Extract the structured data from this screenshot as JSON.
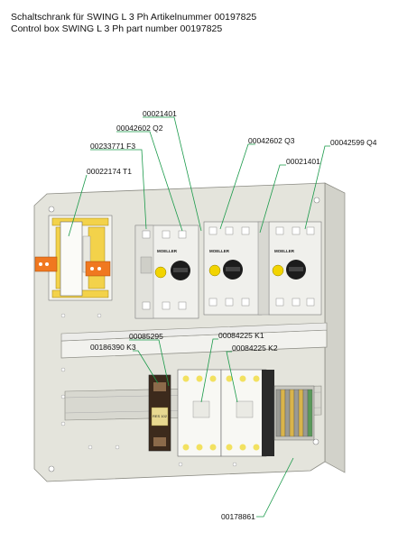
{
  "title": {
    "line1": "Schaltschrank für SWING L 3 Ph Artikelnummer 00197825",
    "line2": "Control box SWING L 3 Ph part number 00197825"
  },
  "callouts": {
    "c1": "00021401",
    "c2": "00042602 Q2",
    "c3": "00233771 F3",
    "c4": "00042602 Q3",
    "c5": "00042599 Q4",
    "c6": "00021401",
    "c7": "00022174 T1",
    "c8": "00085295",
    "c9": "00084225 K1",
    "c10": "00186390 K3",
    "c11": "00084225 K2",
    "c12": "00178861"
  },
  "colors": {
    "leader": "#1a9a4a",
    "plate": "#e4e4dc",
    "plate_edge": "#8a8a82",
    "breaker_knob": "#f2d400",
    "terminal_orange": "#f07820"
  },
  "labels": {
    "brand": "MOELLER",
    "relay": "RES 102"
  }
}
